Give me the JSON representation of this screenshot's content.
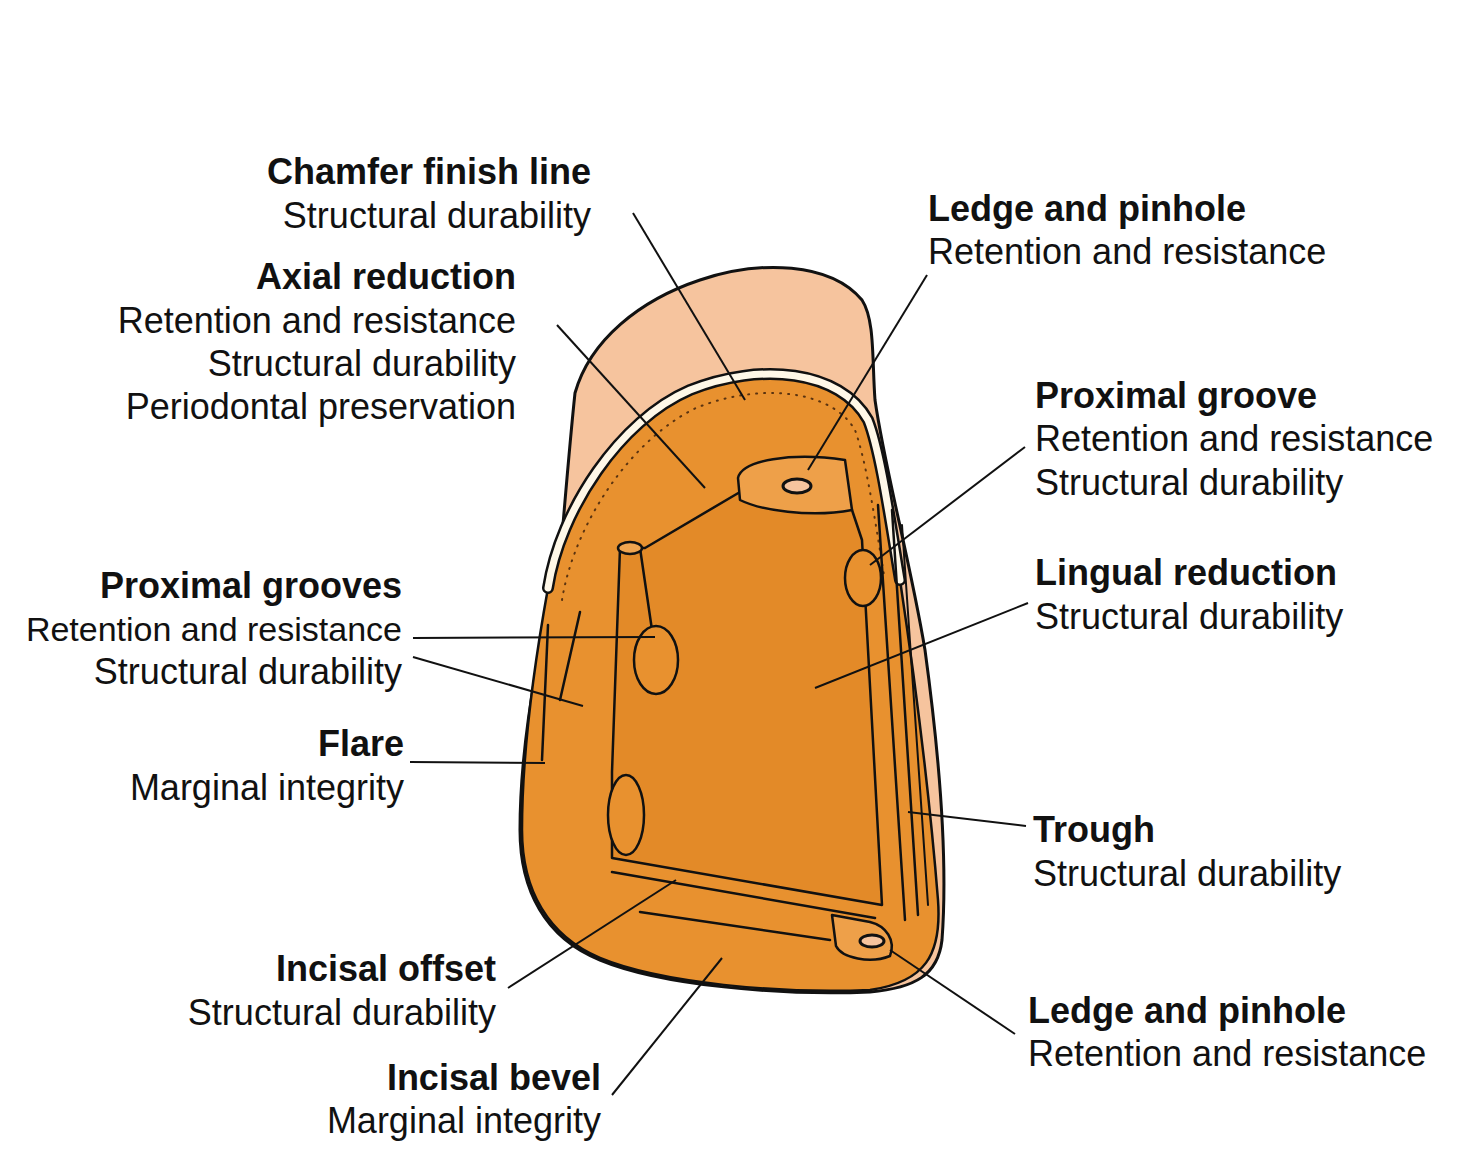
{
  "diagram": {
    "labels": [
      "Chamfer finish line",
      "Structural durability",
      "Axial reduction",
      "Retention and resistance",
      "Structural durability",
      "Periodontal preservation",
      "Ledge and pinhole",
      "Retention and resistance",
      "Proximal groove",
      "Retention and resistance",
      "Structural durability",
      "Lingual reduction",
      "Structural durability",
      "Proximal grooves",
      "Retention and resistance",
      "Structural durability",
      "Flare",
      "Marginal integrity",
      "Trough",
      "Structural durability",
      "Incisal offset",
      "Structural durability",
      "Ledge and pinhole",
      "Retention and resistance",
      "Incisal bevel",
      "Marginal integrity"
    ]
  }
}
